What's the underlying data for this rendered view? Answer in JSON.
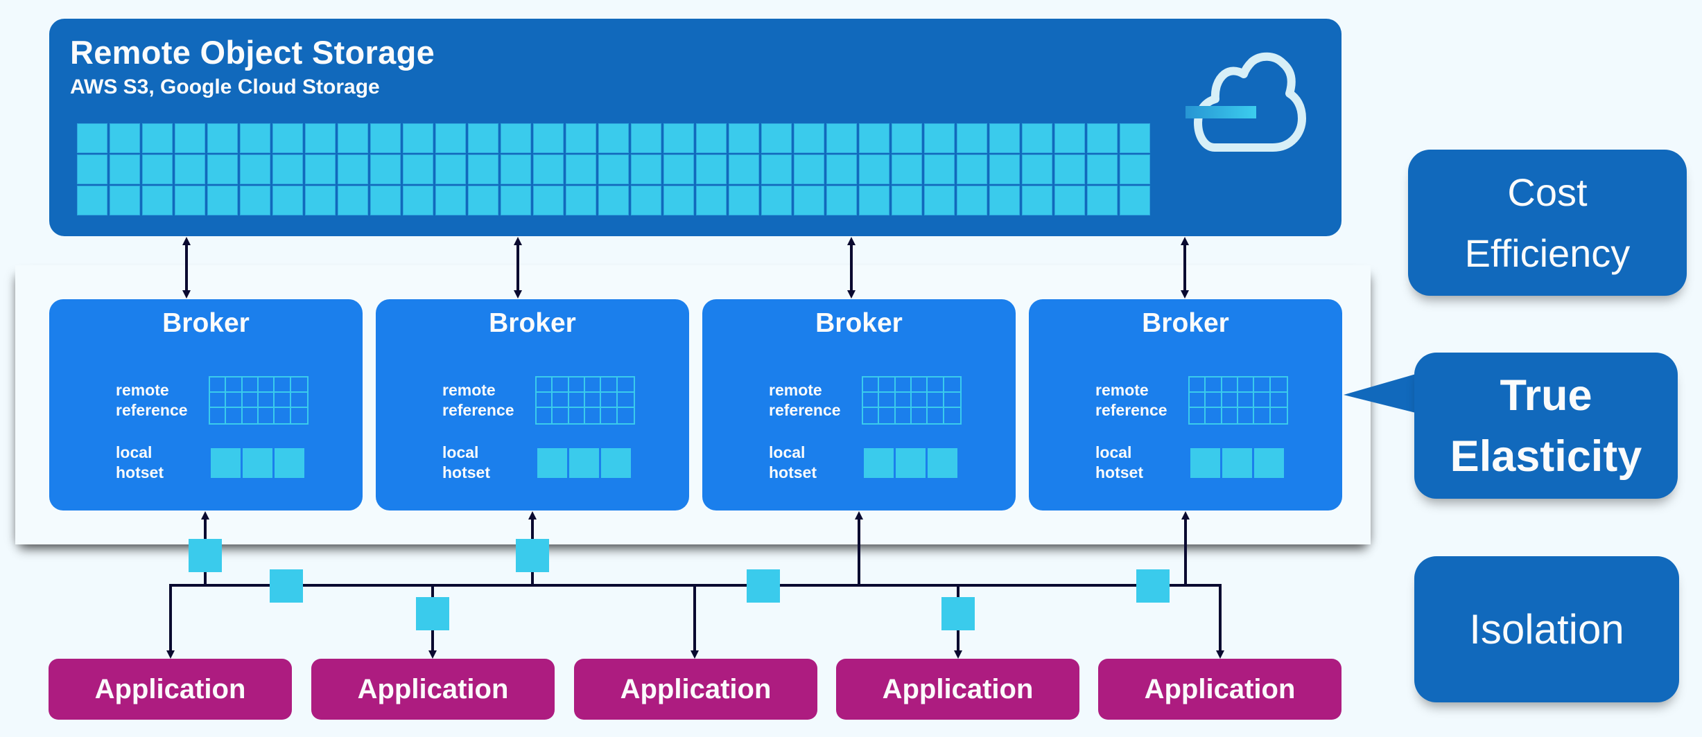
{
  "storage": {
    "title": "Remote Object Storage",
    "subtitle": "AWS S3, Google Cloud Storage",
    "grid": {
      "rows": 3,
      "cols": 33
    },
    "icon": "cloud-icon"
  },
  "brokers": [
    {
      "title": "Broker",
      "remote_label": [
        "remote",
        "reference"
      ],
      "local_label": [
        "local",
        "hotset"
      ],
      "ref_grid": {
        "rows": 3,
        "cols": 6
      },
      "hotset_blocks": 3
    },
    {
      "title": "Broker",
      "remote_label": [
        "remote",
        "reference"
      ],
      "local_label": [
        "local",
        "hotset"
      ],
      "ref_grid": {
        "rows": 3,
        "cols": 6
      },
      "hotset_blocks": 3
    },
    {
      "title": "Broker",
      "remote_label": [
        "remote",
        "reference"
      ],
      "local_label": [
        "local",
        "hotset"
      ],
      "ref_grid": {
        "rows": 3,
        "cols": 6
      },
      "hotset_blocks": 3
    },
    {
      "title": "Broker",
      "remote_label": [
        "remote",
        "reference"
      ],
      "local_label": [
        "local",
        "hotset"
      ],
      "ref_grid": {
        "rows": 3,
        "cols": 6
      },
      "hotset_blocks": 3
    }
  ],
  "applications": [
    {
      "label": "Application"
    },
    {
      "label": "Application"
    },
    {
      "label": "Application"
    },
    {
      "label": "Application"
    },
    {
      "label": "Application"
    }
  ],
  "features": {
    "cost": [
      "Cost",
      "Efficiency"
    ],
    "elasticity": [
      "True",
      "Elasticity"
    ],
    "isolation": [
      "Isolation"
    ]
  },
  "colors": {
    "background": "#f2fafe",
    "storage": "#1169bc",
    "broker": "#1b7fec",
    "segment": "#3acbec",
    "application": "#ad1c80",
    "feature": "#1169bc",
    "connector": "#0a0a30",
    "cloud_outline": "#d7eff7"
  }
}
